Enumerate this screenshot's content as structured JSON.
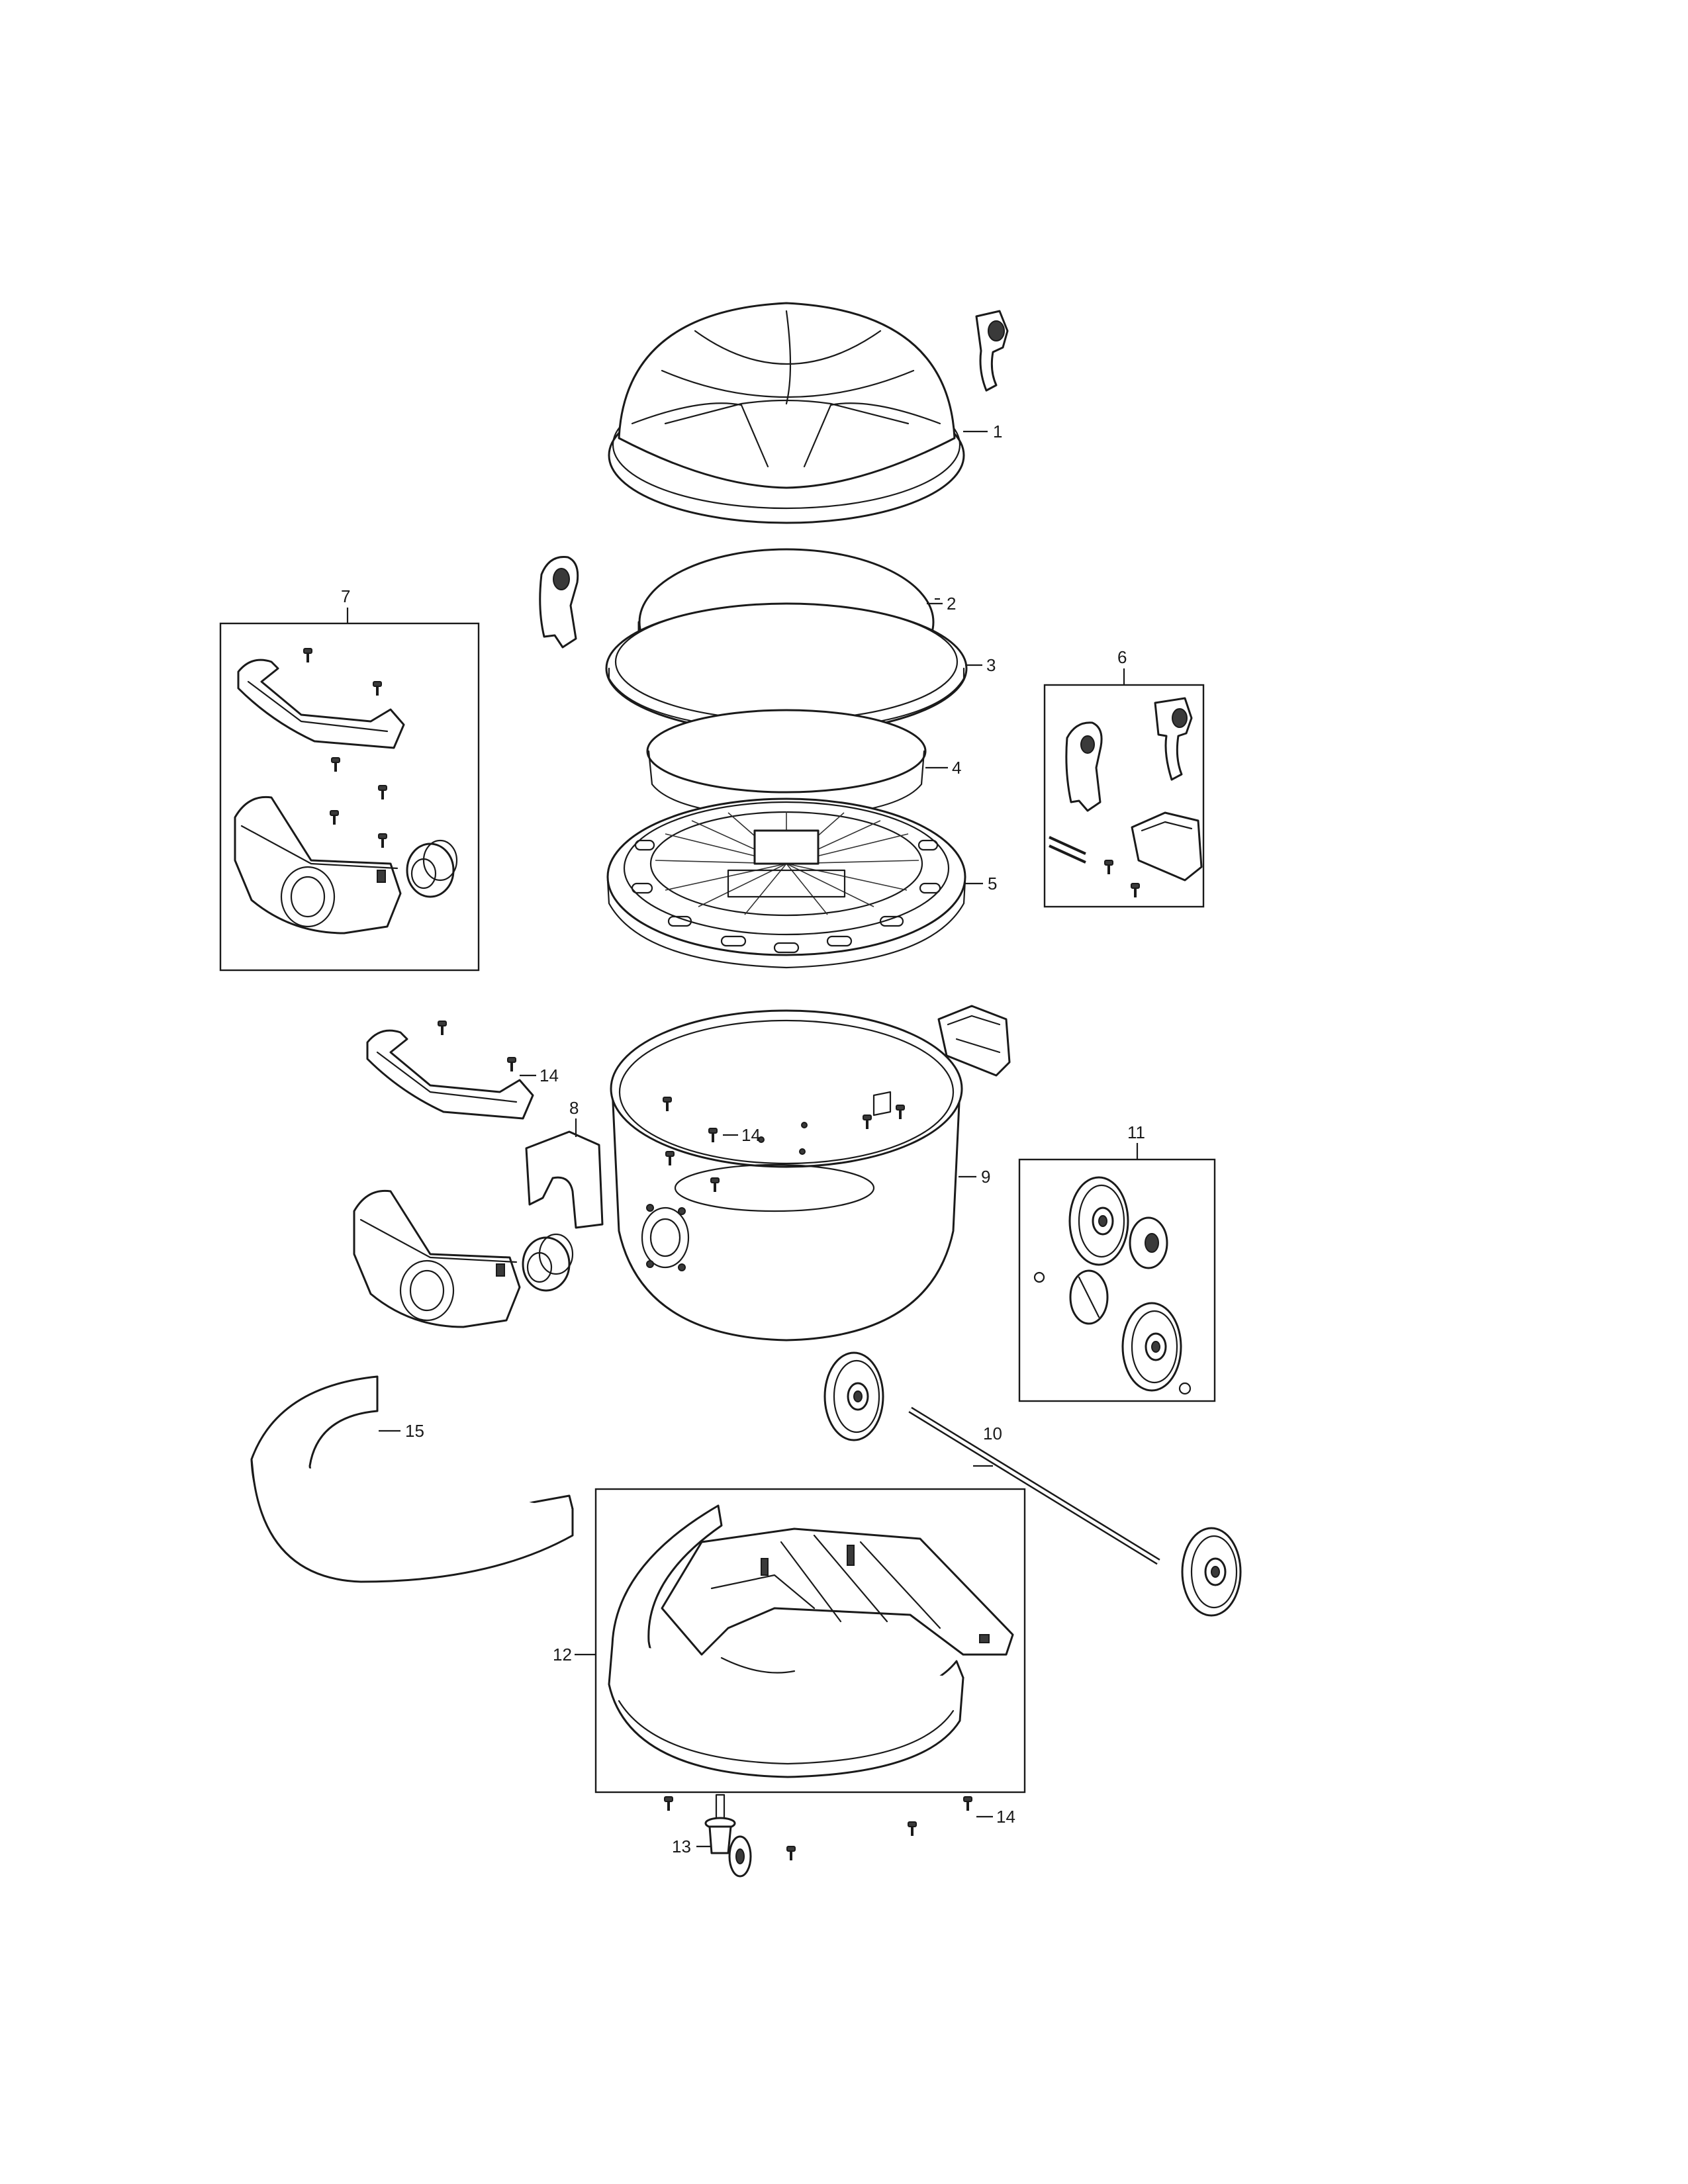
{
  "callouts": [
    {
      "id": "c1",
      "text": "1"
    },
    {
      "id": "c2",
      "text": "2"
    },
    {
      "id": "c3",
      "text": "3"
    },
    {
      "id": "c4",
      "text": "4"
    },
    {
      "id": "c5",
      "text": "5"
    },
    {
      "id": "c6",
      "text": "6"
    },
    {
      "id": "c7",
      "text": "7"
    },
    {
      "id": "c8",
      "text": "8"
    },
    {
      "id": "c9",
      "text": "9"
    },
    {
      "id": "c10",
      "text": "10"
    },
    {
      "id": "c11",
      "text": "11"
    },
    {
      "id": "c12",
      "text": "12"
    },
    {
      "id": "c13",
      "text": "13"
    },
    {
      "id": "c14a",
      "text": "14"
    },
    {
      "id": "c14b",
      "text": "14"
    },
    {
      "id": "c14c",
      "text": "14"
    },
    {
      "id": "c15",
      "text": "15"
    }
  ],
  "colors": {
    "line": "#1a1a1a",
    "background": "#ffffff"
  }
}
